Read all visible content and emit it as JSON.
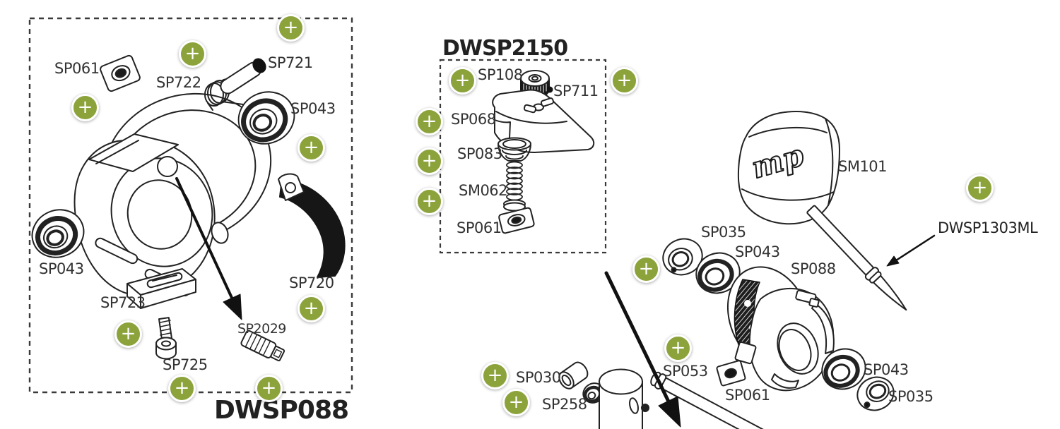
{
  "colors": {
    "marker_green": "#8CA33B",
    "line_art": "#222222",
    "label_text": "#333333",
    "background": "#ffffff"
  },
  "markers": {
    "plus": "+",
    "count": 18
  },
  "assembly_codes": {
    "dwsp088": "DWSP088",
    "dwsp2150": "DWSP2150",
    "dwsp1303ml": "DWSP1303ML"
  },
  "logo": "mp",
  "part_labels": [
    {
      "text": "SP061"
    },
    {
      "text": "SP722"
    },
    {
      "text": "SP721"
    },
    {
      "text": "SP043"
    },
    {
      "text": "SP043"
    },
    {
      "text": "SP723"
    },
    {
      "text": "SP725"
    },
    {
      "text": "SP2029"
    },
    {
      "text": "SP720"
    },
    {
      "text": "SP108"
    },
    {
      "text": "SP711"
    },
    {
      "text": "SP068"
    },
    {
      "text": "SP083"
    },
    {
      "text": "SM062"
    },
    {
      "text": "SP061"
    },
    {
      "text": "SM101"
    },
    {
      "text": "SP035"
    },
    {
      "text": "SP043"
    },
    {
      "text": "SP088"
    },
    {
      "text": "SP030"
    },
    {
      "text": "SP258"
    },
    {
      "text": "SP053"
    },
    {
      "text": "SP061"
    },
    {
      "text": "SP043"
    },
    {
      "text": "SP035"
    }
  ]
}
